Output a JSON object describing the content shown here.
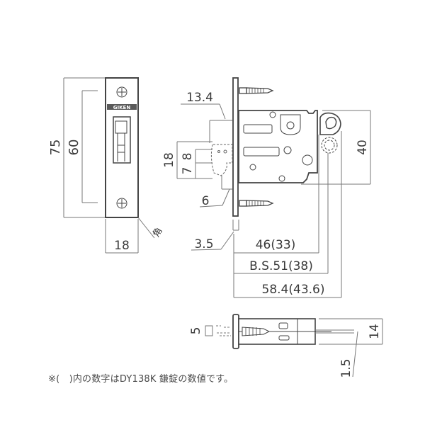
{
  "diagram": {
    "type": "technical-dimension-drawing",
    "subject": "mortise latch lock",
    "face_plate": {
      "brand_text": "GIKEN",
      "dimensions": {
        "overall_height": "75",
        "screw_pitch": "60",
        "width": "18",
        "corner_label": "角"
      }
    },
    "side_view": {
      "dimensions": {
        "d_13_4": "13.4",
        "d_18": "18",
        "d_7": "7",
        "d_8": "8",
        "d_6": "6",
        "d_3_5": "3.5",
        "d_40": "40",
        "d_46": "46(33)",
        "backset": "B.S.51(38)",
        "d_58_4": "58.4(43.6)"
      }
    },
    "top_view": {
      "dimensions": {
        "d_5": "5",
        "d_14": "14",
        "d_1_5": "1.5"
      }
    },
    "footnote": "※(　)内の数字はDY138K 鎌錠の数値です。"
  }
}
